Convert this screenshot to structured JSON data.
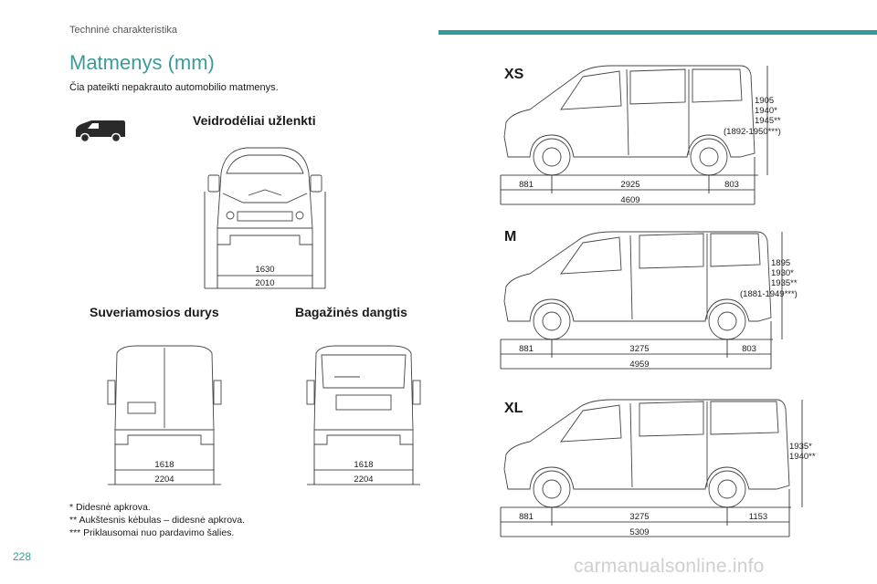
{
  "header": {
    "section": "Techninė charakteristika"
  },
  "title": "Matmenys (mm)",
  "intro": "Čia pateikti nepakrauto automobilio matmenys.",
  "front_view": {
    "heading": "Veidrodėliai užlenkti",
    "inner": "1630",
    "outer": "2010"
  },
  "rear_doors": {
    "heading": "Suveriamosios durys",
    "inner": "1618",
    "outer": "2204"
  },
  "rear_tailgate": {
    "heading": "Bagažinės dangtis",
    "inner": "1618",
    "outer": "2204"
  },
  "variants": [
    {
      "label": "XS",
      "front": "881",
      "wheelbase": "2925",
      "rear": "803",
      "total": "4609",
      "heights": [
        "1905",
        "1940*",
        "1945**",
        "(1892-1950***)"
      ]
    },
    {
      "label": "M",
      "front": "881",
      "wheelbase": "3275",
      "rear": "803",
      "total": "4959",
      "heights": [
        "1895",
        "1930*",
        "1935**",
        "(1881-1949***)"
      ]
    },
    {
      "label": "XL",
      "front": "881",
      "wheelbase": "3275",
      "rear": "1153",
      "total": "5309",
      "heights": [
        "1935*",
        "1940**"
      ]
    }
  ],
  "footnotes": [
    "* Didesnė apkrova.",
    "** Aukštesnis kėbulas – didesnė apkrova.",
    "*** Priklausomai nuo pardavimo šalies."
  ],
  "page_number": "228",
  "watermark": "carmanualsonline.info"
}
